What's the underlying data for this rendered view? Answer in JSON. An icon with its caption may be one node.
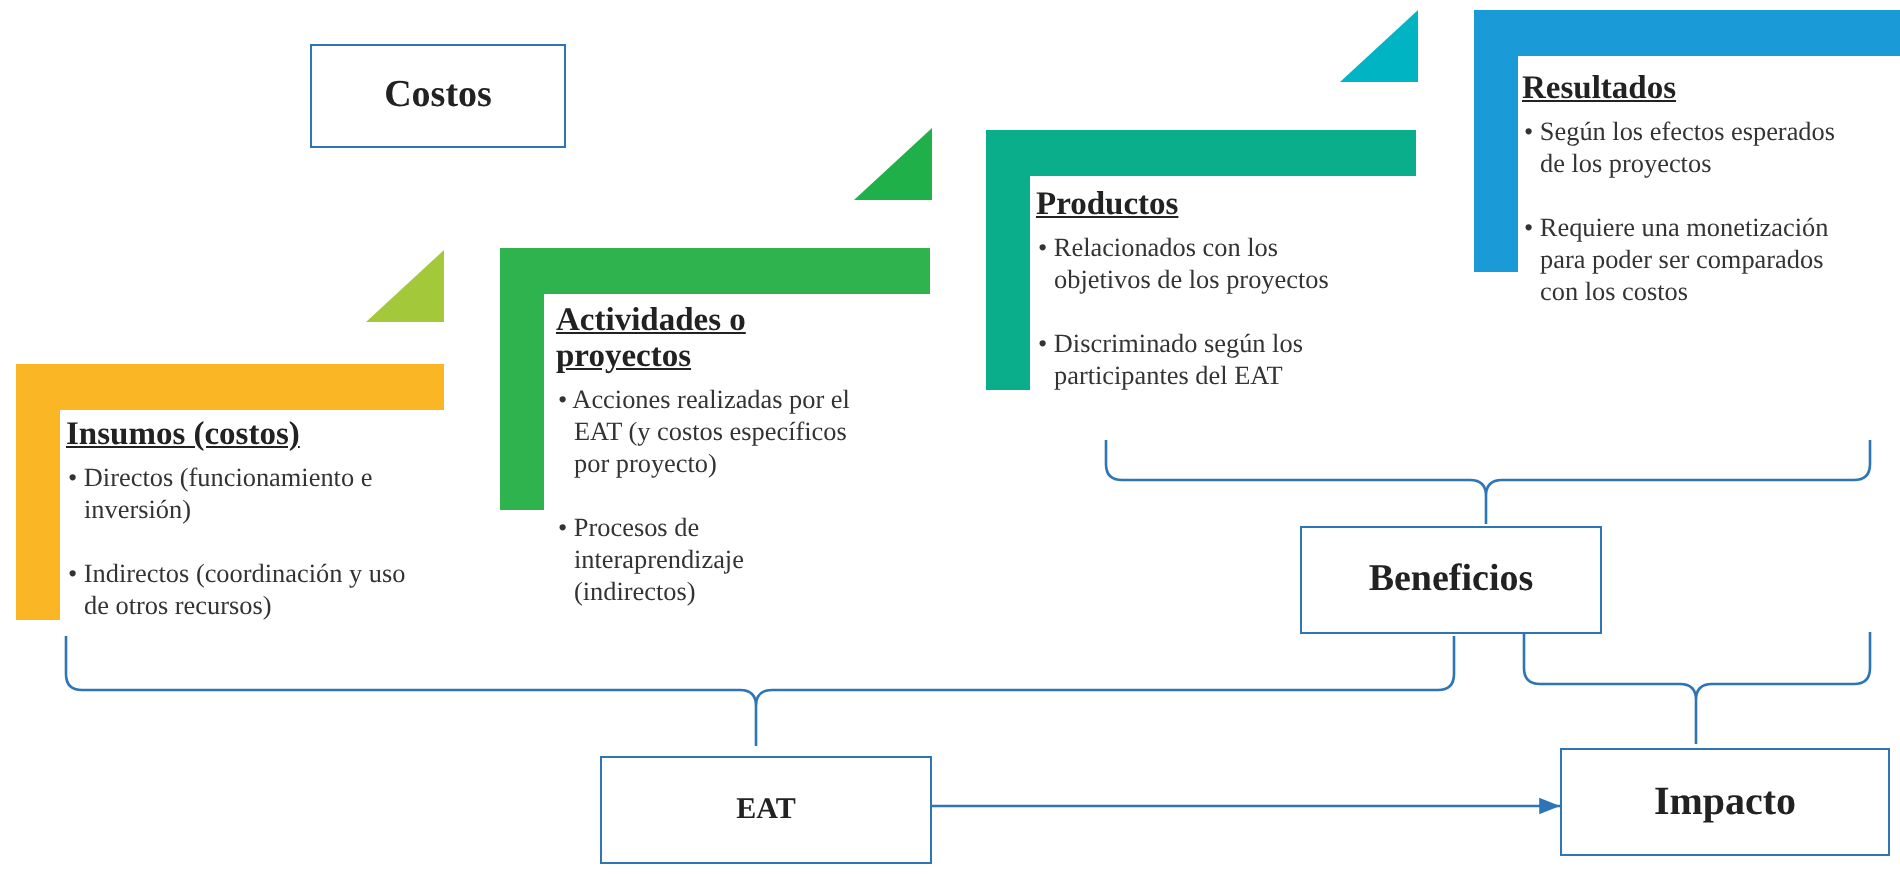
{
  "diagram": {
    "nodes": [
      {
        "text": [
          "Costos"
        ]
      },
      {
        "text": [
          "Insumos (costos)",
          "• Directos (funcionamiento e inversión)",
          "• Indirectos (coordinación y uso de otros recursos)"
        ]
      },
      {
        "text": [
          "Actividades o proyectos",
          "• Acciones realizadas por el EAT (y costos específicos por proyecto)",
          "• Procesos de interaprendizaje (indirectos)"
        ]
      },
      {
        "text": [
          "Productos",
          "• Relacionados con los objetivos de los proyectos",
          "• Discriminado según los participantes del EAT"
        ]
      },
      {
        "text": [
          "Resultados",
          "• Según los efectos esperados de los proyectos",
          "• Requiere una monetización para poder ser comparados con los costos"
        ]
      },
      {
        "text": [
          "Beneficios"
        ]
      },
      {
        "text": [
          "EAT"
        ]
      },
      {
        "text": [
          "Impacto"
        ]
      }
    ],
    "edges": [
      {
        "from": 6,
        "to": 7,
        "arrow": "to"
      }
    ]
  }
}
